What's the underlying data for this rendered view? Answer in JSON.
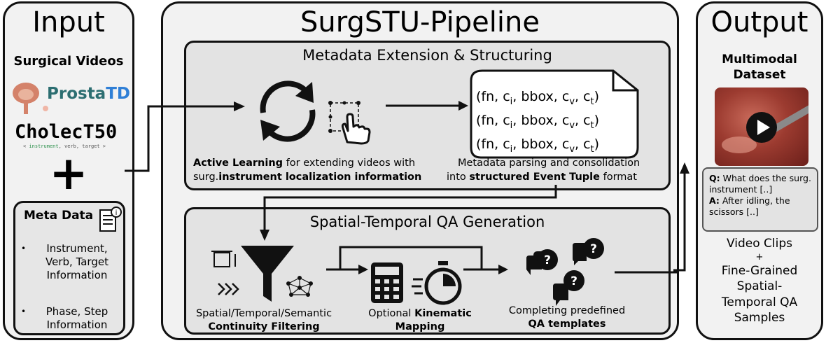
{
  "input": {
    "title": "Input",
    "videos_heading": "Surgical Videos",
    "prostatd_a": "Prosta",
    "prostatd_b": "TD",
    "cholec": "CholecT50",
    "cholec_sub_a": "< ",
    "cholec_sub_b": "instrument",
    "cholec_sub_c": ", verb, target >",
    "plus": "+",
    "meta_title": "Meta Data",
    "meta_items": [
      "Instrument, Verb, Target Information",
      "Phase, Step Information"
    ]
  },
  "pipeline": {
    "title": "SurgSTU-Pipeline",
    "meta_section": {
      "title": "Metadata Extension & Structuring",
      "al_bold": "Active Learning",
      "al_rest": " for extending videos with",
      "al_line2_a": "surg.",
      "al_line2_b": "instrument localization information",
      "parse_line1": "Metadata parsing and consolidation",
      "parse_line2_a": "into ",
      "parse_line2_b": "structured Event Tuple",
      "parse_line2_c": " format",
      "tuple_rows": [
        "(fn, c",
        "(fn, c",
        "(fn, c"
      ],
      "tuple": {
        "p1": "(fn, c",
        "s1": "i",
        "p2": ", bbox, c",
        "s2": "v",
        "p3": ", c",
        "s3": "t",
        "p4": ")"
      }
    },
    "qa_section": {
      "title": "Spatial-Temporal QA Generation",
      "filter_line1": "Spatial/Temporal/Semantic",
      "filter_line2": "Continuity Filtering",
      "kin_a": "Optional ",
      "kin_b": "Kinematic",
      "kin_line2": "Mapping",
      "qa_line1": "Completing predefined",
      "qa_line2": "QA templates"
    }
  },
  "output": {
    "title": "Output",
    "dataset_line1": "Multimodal",
    "dataset_line2": "Dataset",
    "q_label": "Q:",
    "q_text": " What does the surg. instrument [..]",
    "a_label": "A:",
    "a_text": " After idling, the scissors [..]",
    "desc": [
      "Video Clips",
      "+",
      "Fine-Grained",
      "Spatial-",
      "Temporal QA",
      "Samples"
    ]
  }
}
